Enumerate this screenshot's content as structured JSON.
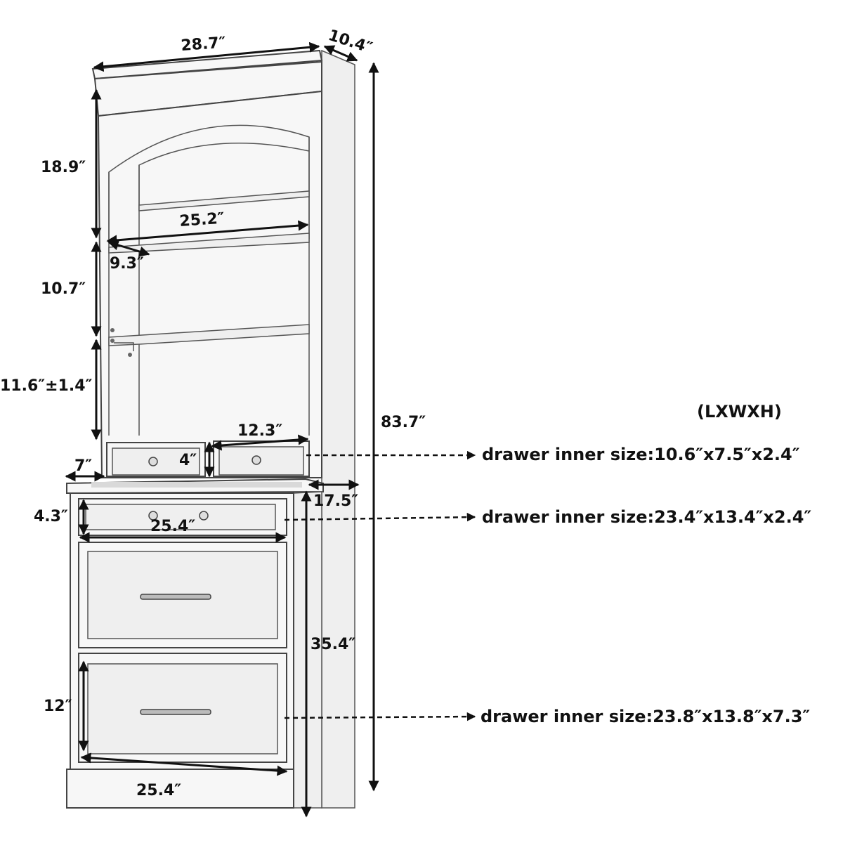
{
  "dimensions": {
    "top_length": "28.7″",
    "top_depth": "10.4″",
    "total_height": "83.7″",
    "upper_opening": "18.9″",
    "shelf_width": "25.2″",
    "shelf_depth": "9.3″",
    "middle_opening": "10.7″",
    "adjustable_opening": "11.6″±1.4″",
    "small_drawer_width": "12.3″",
    "small_drawer_height": "4″",
    "desk_overhang": "7″",
    "cabinet_depth": "17.5″",
    "top_drawer_height": "4.3″",
    "top_drawer_width": "25.4″",
    "cabinet_height": "35.4″",
    "bottom_drawer_height": "12″",
    "bottom_drawer_width": "25.4″"
  },
  "notes": {
    "units_label": "(LXWXH)",
    "small_drawer_inner": "drawer inner size:10.6″x7.5″x2.4″",
    "top_drawer_inner": "drawer inner size:23.4″x13.4″x2.4″",
    "bottom_drawer_inner": "drawer inner size:23.8″x13.8″x7.3″"
  }
}
